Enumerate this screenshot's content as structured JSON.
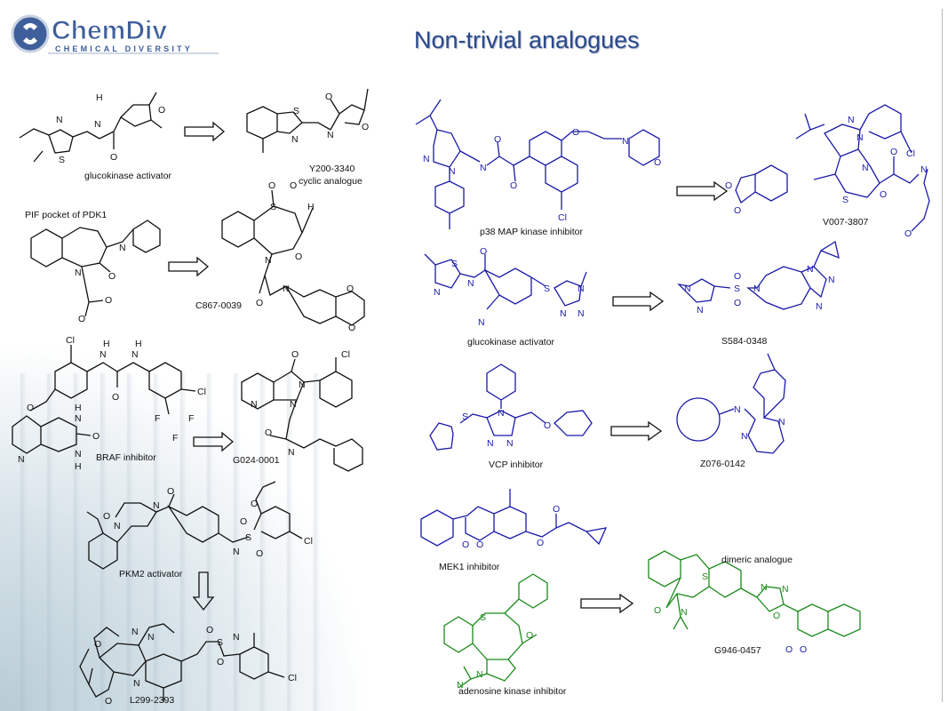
{
  "header": {
    "logo_main": "ChemDiv",
    "logo_sub": "CHEMICAL DIVERSITY",
    "title": "Non-trivial analogues"
  },
  "colors": {
    "title": "#2b4a8a",
    "blue_structures": "#1a1aa8",
    "green_structures": "#1b8a1b",
    "black_structures": "#111111"
  },
  "labels": {
    "glucokinase_left": "glucokinase activator",
    "y200": "Y200-3340",
    "y200_sub": "cyclic analogue",
    "pif": "PIF pocket of PDK1",
    "c867": "C867-0039",
    "braf": "BRAF inhibitor",
    "g024": "G024-0001",
    "pkm2": "PKM2 activator",
    "l299": "L299-2393",
    "p38": "p38 MAP kinase inhibitor",
    "v007": "V007-3807",
    "glucokinase_right": "glucokinase activator",
    "s584": "S584-0348",
    "vcp": "VCP inhibitor",
    "z076": "Z076-0142",
    "mek1": "MEK1 inhibitor",
    "dimeric": "dimeric analogue",
    "g946": "G946-0457",
    "adenosine": "adenosine kinase inhibitor"
  }
}
